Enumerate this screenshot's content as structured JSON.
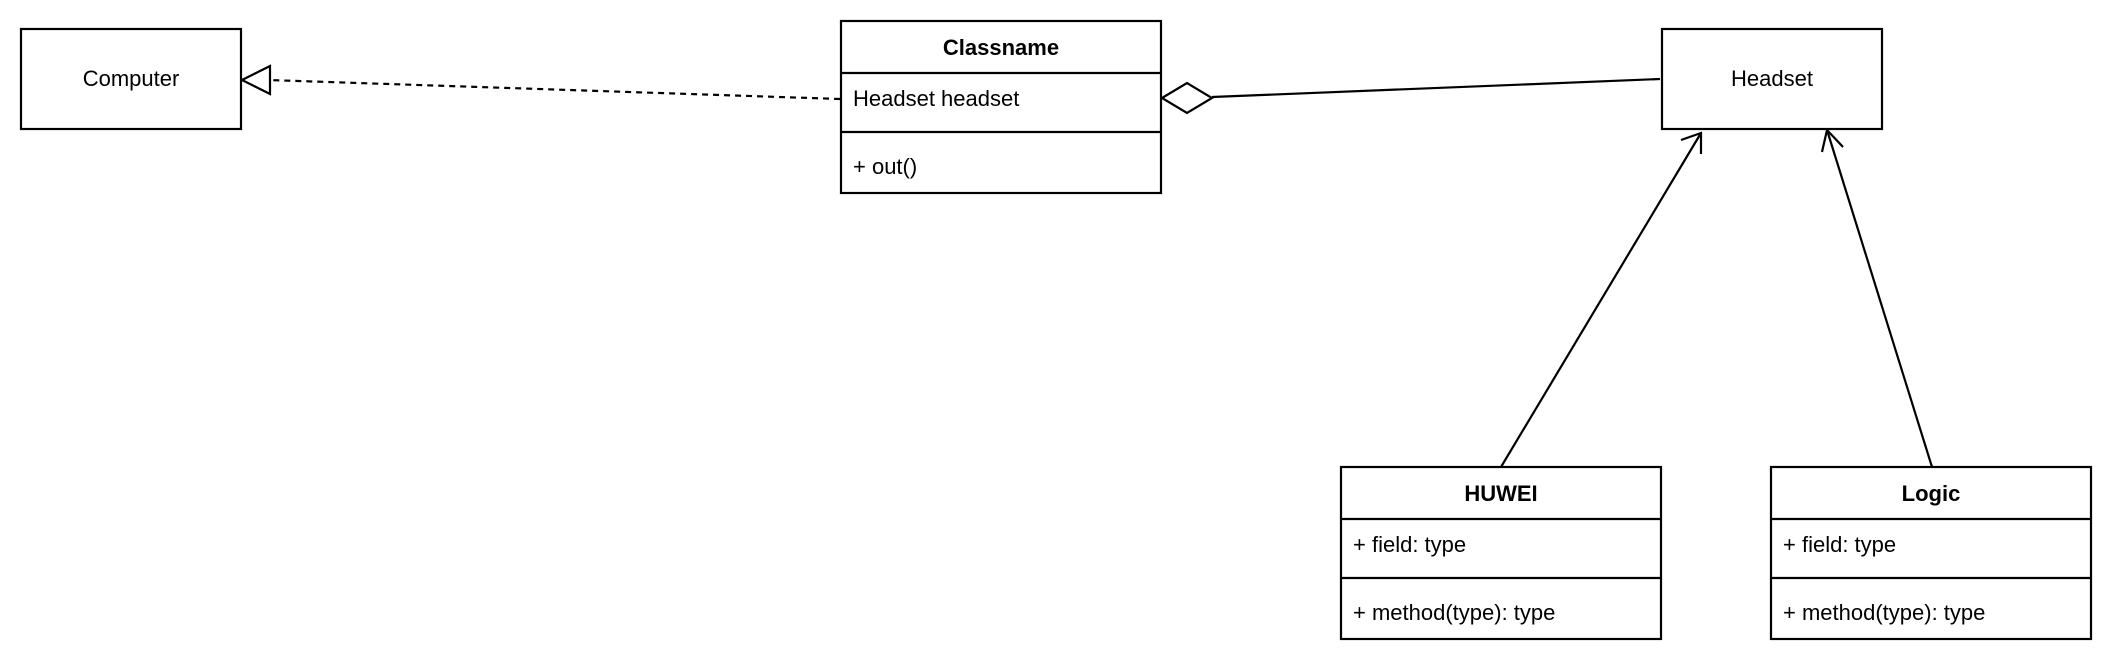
{
  "diagram": {
    "computer": {
      "label": "Computer"
    },
    "headset": {
      "label": "Headset"
    },
    "classname": {
      "title": "Classname",
      "attribute": "Headset headset",
      "method": "+ out()"
    },
    "huwei": {
      "title": "HUWEI",
      "attribute": "+ field: type",
      "method": "+ method(type): type"
    },
    "logic": {
      "title": "Logic",
      "attribute": "+ field: type",
      "method": "+ method(type): type"
    },
    "relations": [
      {
        "from": "classname",
        "to": "computer",
        "kind": "realization"
      },
      {
        "from": "classname",
        "to": "headset",
        "kind": "aggregation"
      },
      {
        "from": "huwei",
        "to": "headset",
        "kind": "association"
      },
      {
        "from": "logic",
        "to": "headset",
        "kind": "association"
      }
    ]
  }
}
